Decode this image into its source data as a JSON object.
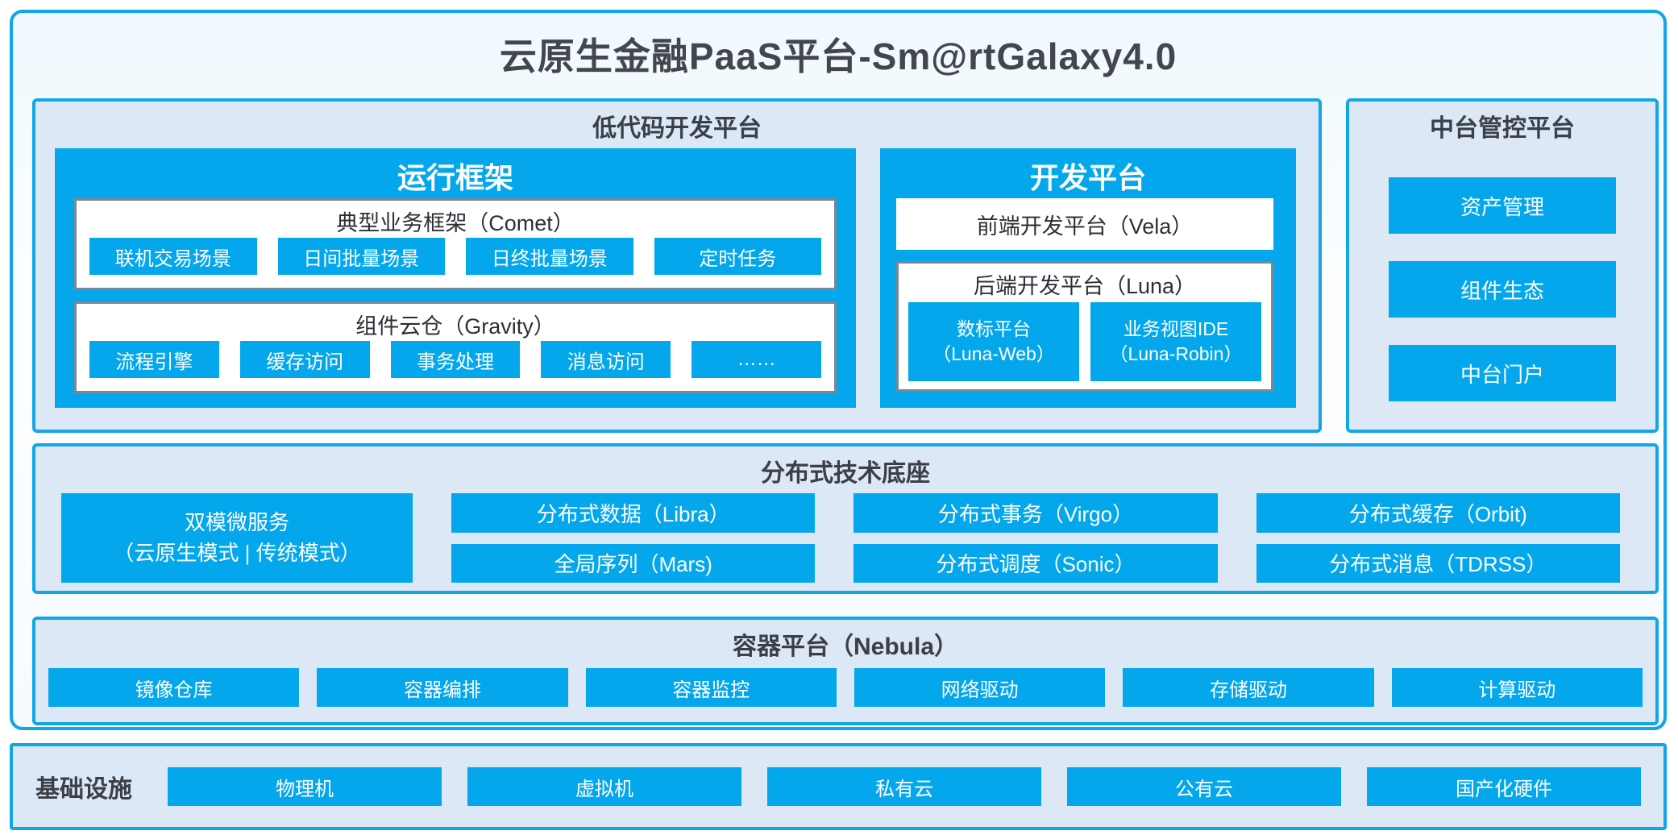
{
  "title": "云原生金融PaaS平台-Sm@rtGalaxy4.0",
  "colors": {
    "primary_blue": "#04a7eb",
    "panel_blue": "#dce8f5",
    "gray_border": "#7b8795",
    "dark_text": "#3b4048"
  },
  "low_code": {
    "title": "低代码开发平台",
    "runtime": {
      "title": "运行框架",
      "comet": {
        "title": "典型业务框架（Comet）",
        "items": [
          "联机交易场景",
          "日间批量场景",
          "日终批量场景",
          "定时任务"
        ]
      },
      "gravity": {
        "title": "组件云仓（Gravity）",
        "items": [
          "流程引擎",
          "缓存访问",
          "事务处理",
          "消息访问",
          "……"
        ]
      }
    },
    "dev": {
      "title": "开发平台",
      "vela": "前端开发平台（Vela）",
      "luna": {
        "title": "后端开发平台（Luna）",
        "items": [
          {
            "line1": "数标平台",
            "line2": "（Luna-Web）"
          },
          {
            "line1": "业务视图IDE",
            "line2": "（Luna-Robin）"
          }
        ]
      }
    }
  },
  "mid_platform": {
    "title": "中台管控平台",
    "items": [
      "资产管理",
      "组件生态",
      "中台门户"
    ]
  },
  "distributed": {
    "title": "分布式技术底座",
    "dual_mode_line1": "双模微服务",
    "dual_mode_line2": "（云原生模式 | 传统模式）",
    "columns": [
      {
        "top": "分布式数据（Libra）",
        "bottom": "全局序列（Mars)"
      },
      {
        "top": "分布式事务（Virgo）",
        "bottom": "分布式调度（Sonic）"
      },
      {
        "top": "分布式缓存（Orbit)",
        "bottom": "分布式消息（TDRSS）"
      }
    ]
  },
  "container_platform": {
    "title": "容器平台（Nebula）",
    "items": [
      "镜像仓库",
      "容器编排",
      "容器监控",
      "网络驱动",
      "存储驱动",
      "计算驱动"
    ]
  },
  "infrastructure": {
    "title": "基础设施",
    "items": [
      "物理机",
      "虚拟机",
      "私有云",
      "公有云",
      "国产化硬件"
    ]
  }
}
